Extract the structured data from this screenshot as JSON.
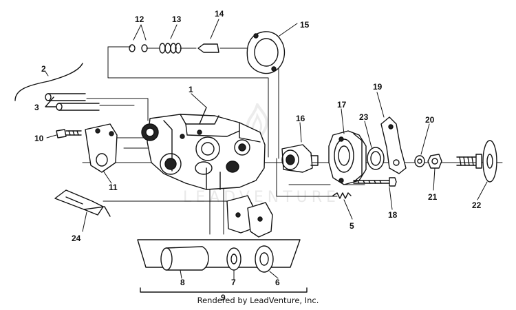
{
  "credit": "Rendered by LeadVenture, Inc.",
  "watermark": {
    "text": "LEADVENTURE",
    "kind": "logo"
  },
  "callouts": [
    "1",
    "2",
    "3",
    "5",
    "6",
    "7",
    "8",
    "9",
    "10",
    "11",
    "12",
    "13",
    "14",
    "15",
    "16",
    "17",
    "18",
    "19",
    "20",
    "21",
    "22",
    "23",
    "24"
  ],
  "colors": {
    "ink": "#111111",
    "background": "#ffffff",
    "watermark": "#e9e9e9"
  }
}
